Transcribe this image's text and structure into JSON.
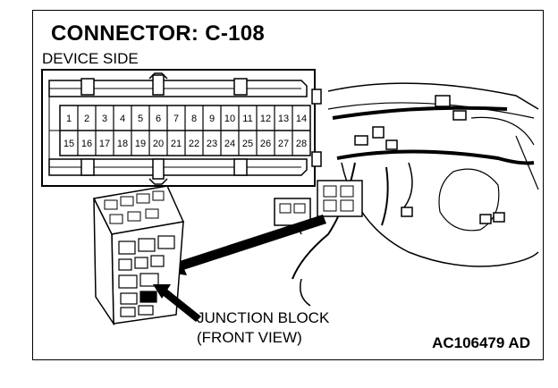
{
  "diagram": {
    "title": "CONNECTOR: C-108",
    "subtitle": "DEVICE SIDE",
    "caption_line1": "JUNCTION BLOCK",
    "caption_line2": "(FRONT VIEW)",
    "figure_code": "AC106479 AD"
  },
  "connector": {
    "top_row": [
      "1",
      "2",
      "3",
      "4",
      "5",
      "6",
      "7",
      "8",
      "9",
      "10",
      "11",
      "12",
      "13",
      "14"
    ],
    "bottom_row": [
      "15",
      "16",
      "17",
      "18",
      "19",
      "20",
      "21",
      "22",
      "23",
      "24",
      "25",
      "26",
      "27",
      "28"
    ]
  }
}
